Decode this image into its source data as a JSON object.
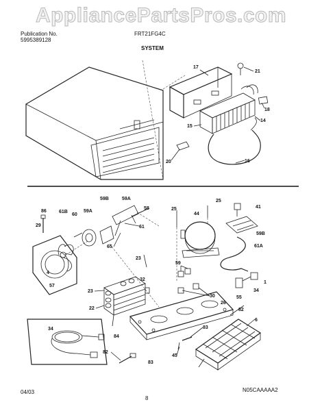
{
  "watermark": "AppliancePartsPros.com",
  "header": {
    "publication_label": "Publication No.",
    "publication_number": "5995389128",
    "model": "FRT21FG4C",
    "section": "SYSTEM"
  },
  "footer": {
    "date": "04/03",
    "page": "8",
    "code": "N05CAAAAA2"
  },
  "callouts": [
    "17",
    "21",
    "18",
    "15",
    "14",
    "20",
    "16",
    "86",
    "59B",
    "59A",
    "58",
    "25",
    "25",
    "41",
    "61B",
    "60",
    "59A",
    "61",
    "29",
    "44",
    "59B",
    "65",
    "61A",
    "4",
    "23",
    "59",
    "57",
    "32",
    "1",
    "23",
    "30",
    "55",
    "34",
    "22",
    "26",
    "6",
    "34",
    "84",
    "82",
    "83",
    "82",
    "83",
    "45"
  ]
}
